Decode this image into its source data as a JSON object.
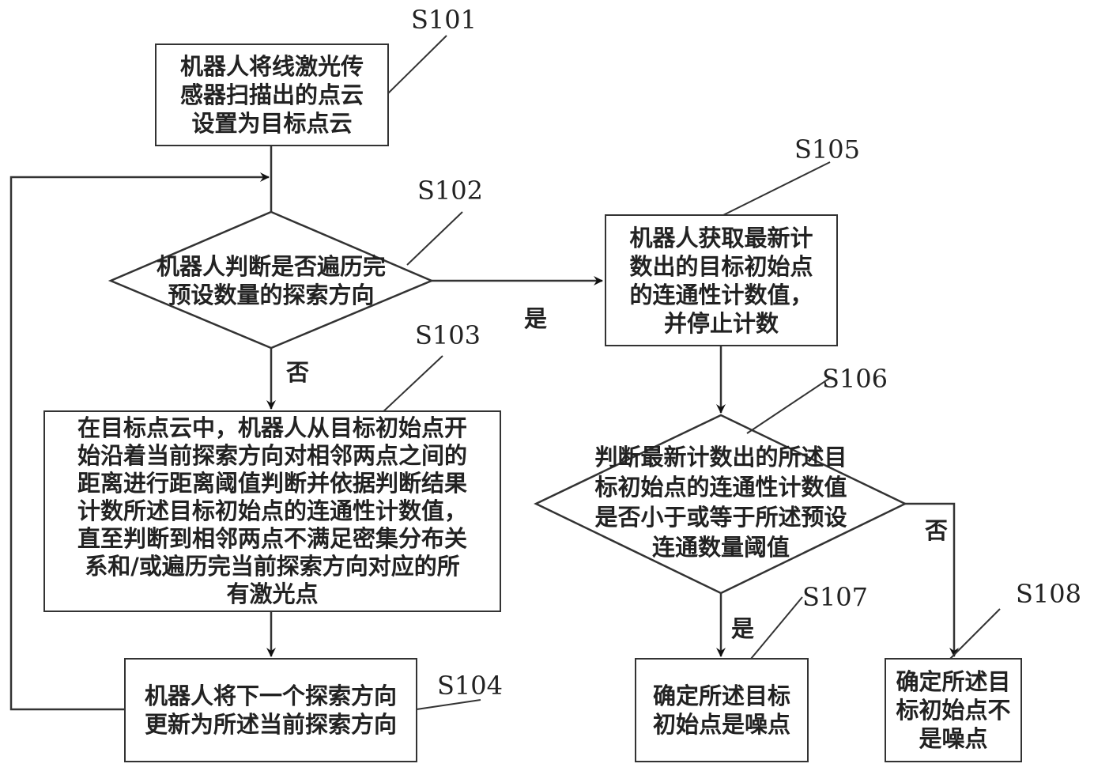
{
  "diagram": {
    "type": "flowchart",
    "nodes": {
      "s101": {
        "id": "S101",
        "shape": "process",
        "text": "机器人将线激光传\n感器扫描出的点云\n设置为目标点云"
      },
      "s102": {
        "id": "S102",
        "shape": "decision",
        "text": "机器人判断是否遍历完\n预设数量的探索方向"
      },
      "s103": {
        "id": "S103",
        "shape": "process",
        "text": "在目标点云中，机器人从目标初始点开\n始沿着当前探索方向对相邻两点之间的\n距离进行距离阈值判断并依据判断结果\n计数所述目标初始点的连通性计数值，\n直至判断到相邻两点不满足密集分布关\n系和/或遍历完当前探索方向对应的所\n有激光点"
      },
      "s104": {
        "id": "S104",
        "shape": "process",
        "text": "机器人将下一个探索方向\n更新为所述当前探索方向"
      },
      "s105": {
        "id": "S105",
        "shape": "process",
        "text": "机器人获取最新计\n数出的目标初始点\n的连通性计数值，\n并停止计数"
      },
      "s106": {
        "id": "S106",
        "shape": "decision",
        "text": "判断最新计数出的所述目\n标初始点的连通性计数值\n是否小于或等于所述预设\n连通数量阈值"
      },
      "s107": {
        "id": "S107",
        "shape": "process",
        "text": "确定所述目标\n初始点是噪点"
      },
      "s108": {
        "id": "S108",
        "shape": "process",
        "text": "确定所述目\n标初始点不\n是噪点"
      }
    },
    "edges": [
      {
        "from": "S101",
        "to": "S102",
        "label": ""
      },
      {
        "from": "S102",
        "to": "S105",
        "label": "是"
      },
      {
        "from": "S102",
        "to": "S103",
        "label": "否"
      },
      {
        "from": "S103",
        "to": "S104",
        "label": ""
      },
      {
        "from": "S104",
        "to": "S102",
        "label": ""
      },
      {
        "from": "S105",
        "to": "S106",
        "label": ""
      },
      {
        "from": "S106",
        "to": "S107",
        "label": "是"
      },
      {
        "from": "S106",
        "to": "S108",
        "label": "否"
      }
    ],
    "edge_labels": {
      "s102_yes": "是",
      "s102_no": "否",
      "s106_yes": "是",
      "s106_no": "否"
    }
  }
}
